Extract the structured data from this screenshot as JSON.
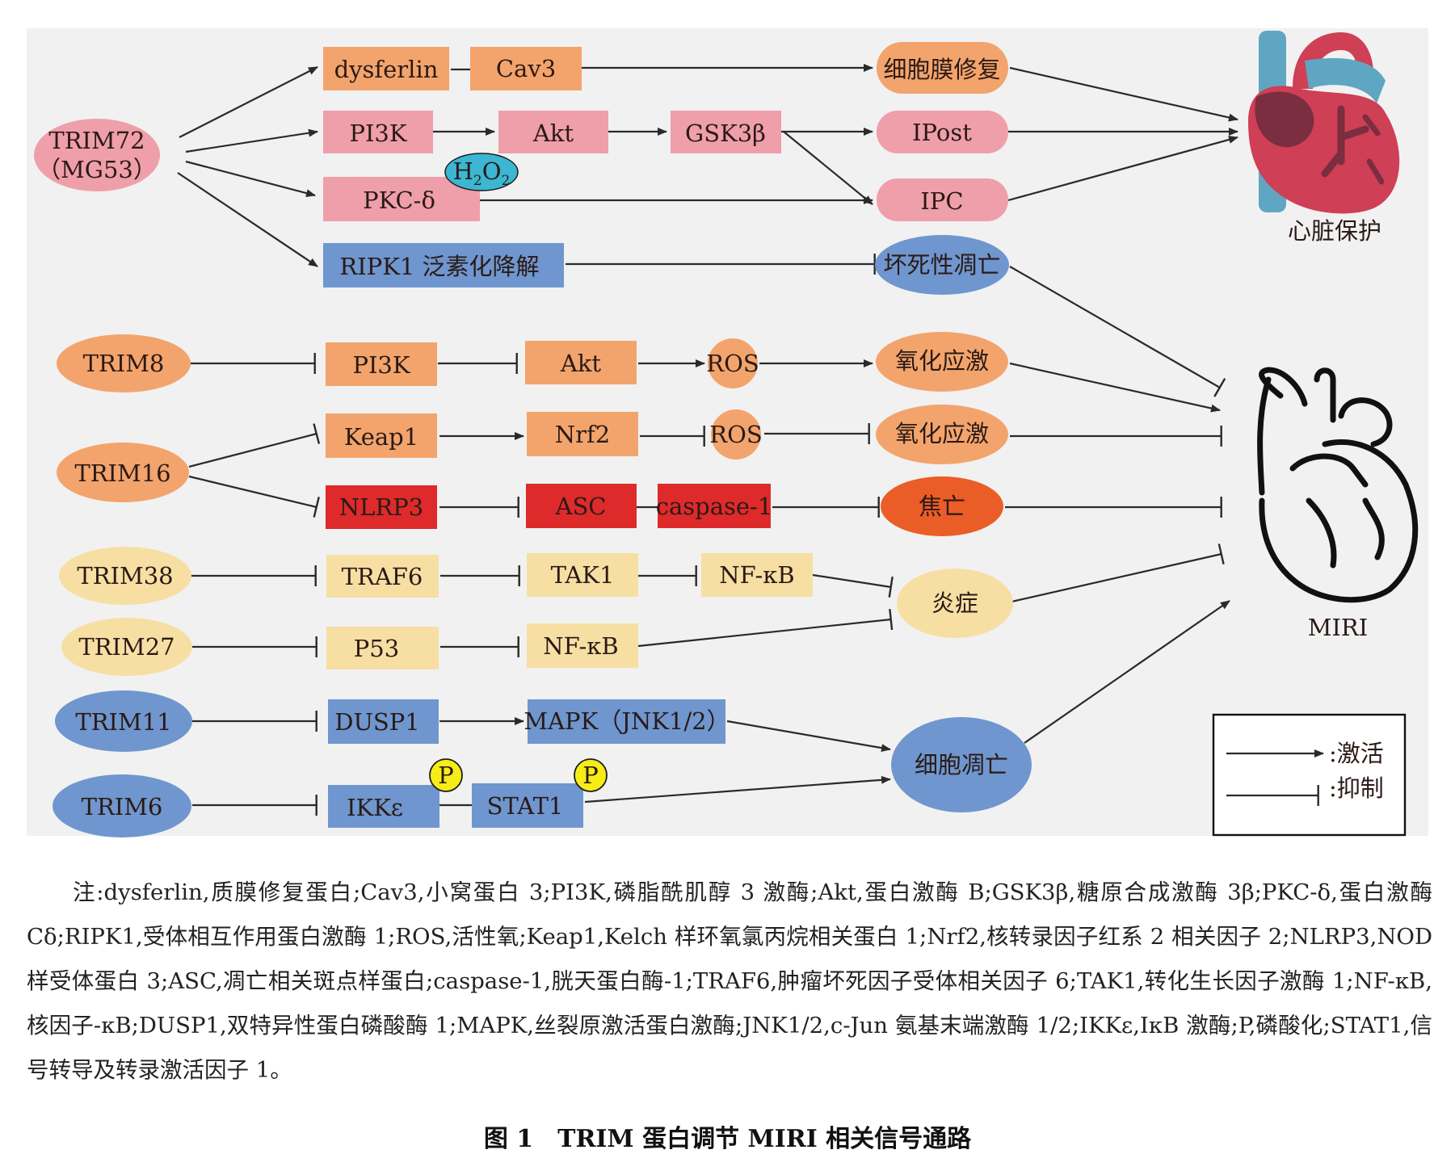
{
  "colors": {
    "bg": "#f1f1f1",
    "orange": "#f3a46c",
    "pink": "#ef9fa9",
    "blue": "#6f96ce",
    "red": "#de2a2a",
    "yellow": "#f7dfa4",
    "cyan": "#3bb7d3",
    "pyellow": "#f6ec18",
    "deeporange": "#eb5d27",
    "heartred": "#cf3f55",
    "heartblue": "#5fa6c2",
    "heartdark": "#7a2e3f",
    "text": "#2a1a16"
  },
  "nodes": {
    "trim72": "TRIM72",
    "trim72b": "（MG53）",
    "dysferlin": "dysferlin",
    "cav3": "Cav3",
    "pi3k_a": "PI3K",
    "akt_a": "Akt",
    "gsk3b": "GSK3β",
    "pkcd": "PKC-δ",
    "h2o2_main": "H",
    "h2o2_sub1": "2",
    "h2o2_o": "O",
    "h2o2_sub2": "2",
    "ripk1": "RIPK1 泛素化降解",
    "repair": "细胞膜修复",
    "ipost": "IPost",
    "ipc": "IPC",
    "necro": "坏死性凋亡",
    "heart_protect": "心脏保护",
    "miri": "MIRI",
    "trim8": "TRIM8",
    "pi3k_b": "PI3K",
    "akt_b": "Akt",
    "ros_a": "ROS",
    "ox_a": "氧化应激",
    "trim16": "TRIM16",
    "keap1": "Keap1",
    "nrf2": "Nrf2",
    "ros_b": "ROS",
    "ox_b": "氧化应激",
    "nlrp3": "NLRP3",
    "asc": "ASC",
    "casp1": "caspase-1",
    "pyro": "焦亡",
    "trim38": "TRIM38",
    "traf6": "TRAF6",
    "tak1": "TAK1",
    "nfkb_a": "NF-κB",
    "inflam": "炎症",
    "trim27": "TRIM27",
    "p53": "P53",
    "nfkb_b": "NF-κB",
    "trim11": "TRIM11",
    "dusp1": "DUSP1",
    "mapk": "MAPK（JNK1/2）",
    "apop": "细胞凋亡",
    "trim6": "TRIM6",
    "ikke": "IKKε",
    "stat1": "STAT1",
    "p1": "P",
    "p2": "P"
  },
  "legend": {
    "activate": ":激活",
    "inhibit": ":抑制"
  },
  "note": "注:dysferlin,质膜修复蛋白;Cav3,小窝蛋白 3;PI3K,磷脂酰肌醇 3 激酶;Akt,蛋白激酶 B;GSK3β,糖原合成激酶 3β;PKC-δ,蛋白激酶 Cδ;RIPK1,受体相互作用蛋白激酶 1;ROS,活性氧;Keap1,Kelch 样环氧氯丙烷相关蛋白 1;Nrf2,核转录因子红系 2 相关因子 2;NLRP3,NOD 样受体蛋白 3;ASC,凋亡相关斑点样蛋白;caspase-1,胱天蛋白酶-1;TRAF6,肿瘤坏死因子受体相关因子 6;TAK1,转化生长因子激酶 1;NF-κB,核因子-κB;DUSP1,双特异性蛋白磷酸酶 1;MAPK,丝裂原激活蛋白激酶;JNK1/2,c-Jun 氨基末端激酶 1/2;IKKε,IκB 激酶;P,磷酸化;STAT1,信号转导及转录激活因子 1。",
  "caption": "图 1　TRIM 蛋白调节 MIRI 相关信号通路"
}
